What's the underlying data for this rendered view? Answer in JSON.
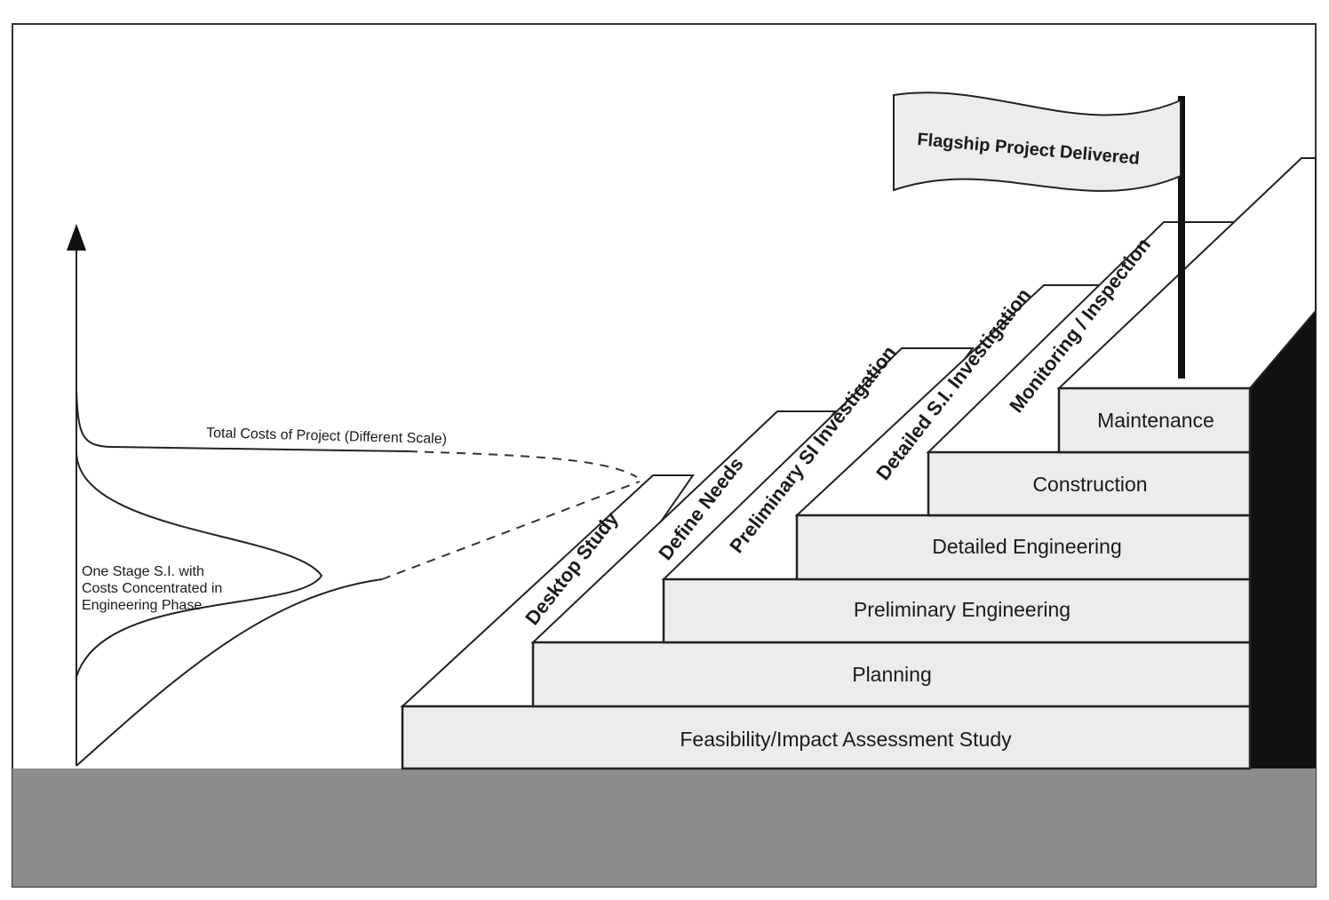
{
  "flag": {
    "label": "Flagship Project Delivered"
  },
  "steps": [
    "Feasibility/Impact Assessment Study",
    "Planning",
    "Preliminary Engineering",
    "Detailed Engineering",
    "Construction",
    "Maintenance"
  ],
  "risers": [
    "Desktop Study",
    "Define Needs",
    "Preliminary  SI Investigation",
    "Detailed S.I. Investigation",
    "Monitoring / Inspection"
  ],
  "curves": {
    "total_costs_label": "Total Costs of Project (Different Scale)",
    "one_stage_label": [
      "One Stage S.I. with",
      "Costs Concentrated in",
      "Engineering Phase"
    ]
  },
  "colors": {
    "ground": "#8c8c8c",
    "step_fill": "#ececec",
    "dark_side": "#111111",
    "frame": "#333333"
  }
}
